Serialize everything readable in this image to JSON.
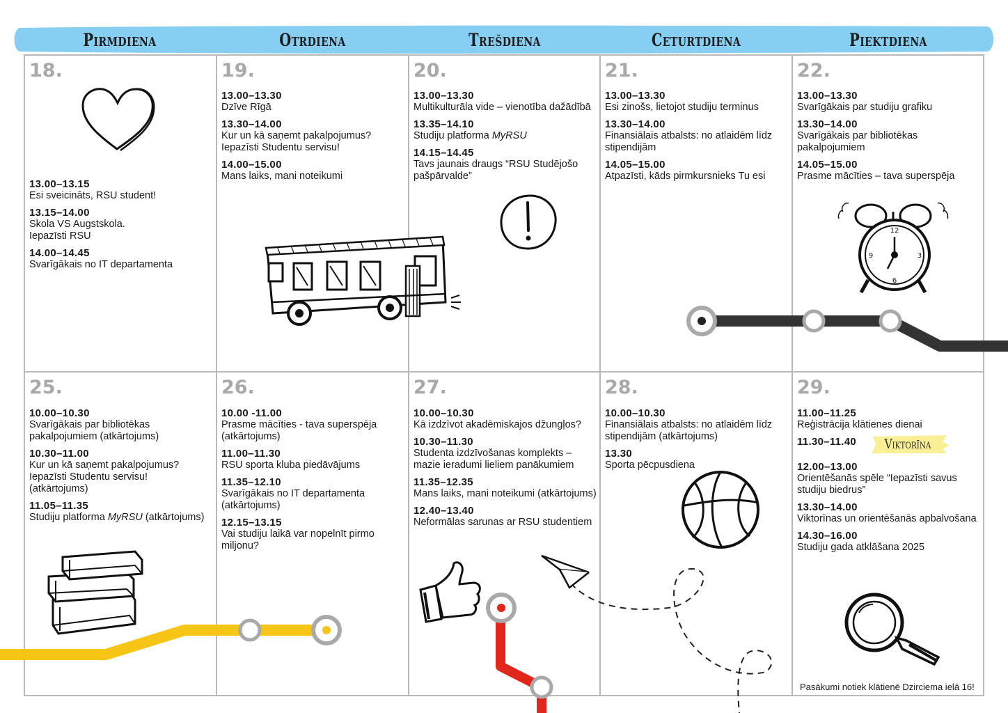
{
  "weekdays": [
    "Pirmdiena",
    "Otrdiena",
    "Trešdiena",
    "Ceturtdiena",
    "Piektdiena"
  ],
  "colors": {
    "header_band": "#86cff2",
    "grid_line": "#b9b9b9",
    "date_number": "#a9a9a9",
    "yellow_line": "#f6c515",
    "dark_line": "#333333",
    "red_line": "#e1261c",
    "highlight": "#fbef95"
  },
  "week1": {
    "mon": {
      "date": "18.",
      "events": [
        {
          "time": "13.00–13.15",
          "title": "Esi sveicināts, RSU student!"
        },
        {
          "time": "13.15–14.00",
          "title": "Skola VS Augstskola.\nIepazīsti RSU"
        },
        {
          "time": "14.00–14.45",
          "title": "Svarīgākais no IT departamenta"
        }
      ]
    },
    "tue": {
      "date": "19.",
      "events": [
        {
          "time": "13.00–13.30",
          "title": "Dzīve Rīgā"
        },
        {
          "time": "13.30–14.00",
          "title": "Kur un kā saņemt pakalpojumus?\nIepazīsti Studentu servisu!"
        },
        {
          "time": "14.00–15.00",
          "title": "Mans laiks, mani noteikumi"
        }
      ]
    },
    "wed": {
      "date": "20.",
      "events": [
        {
          "time": "13.00–13.30",
          "title": "Multikulturāla vide – vienotība dažādībā"
        },
        {
          "time": "13.35–14.10",
          "title": "Studiju platforma ",
          "title_em": "MyRSU"
        },
        {
          "time": "14.15–14.45",
          "title": "Tavs jaunais draugs “RSU Studējošo pašpārvalde”"
        }
      ]
    },
    "thu": {
      "date": "21.",
      "events": [
        {
          "time": "13.00–13.30",
          "title": "Esi zinošs, lietojot studiju terminus"
        },
        {
          "time": "13.30–14.00",
          "title": "Finansiālais atbalsts: no atlaidēm līdz stipendijām"
        },
        {
          "time": "14.05–15.00",
          "title": "Atpazīsti, kāds pirmkursnieks Tu esi"
        }
      ]
    },
    "fri": {
      "date": "22.",
      "events": [
        {
          "time": "13.00–13.30",
          "title": "Svarīgākais par studiju grafiku"
        },
        {
          "time": "13.30–14.00",
          "title": "Svarīgākais par bibliotēkas pakalpojumiem"
        },
        {
          "time": "14.05–15.00",
          "title": "Prasme mācīties – tava superspēja"
        }
      ]
    }
  },
  "week2": {
    "mon": {
      "date": "25.",
      "events": [
        {
          "time": "10.00–10.30",
          "title": "Svarīgākais par bibliotēkas pakalpojumiem (atkārtojums)"
        },
        {
          "time": "10.30–11.00",
          "title": "Kur un kā saņemt pakalpojumus?\nIepazīsti Studentu servisu!\n(atkārtojums)"
        },
        {
          "time": "11.05–11.35",
          "title": "Studiju platforma ",
          "title_em": "MyRSU",
          "title_after": " (atkārtojums)"
        }
      ]
    },
    "tue": {
      "date": "26.",
      "events": [
        {
          "time": "10.00 -11.00",
          "title": "Prasme mācīties - tava superspēja (atkārtojums)"
        },
        {
          "time": "11.00–11.30",
          "title": "RSU sporta kluba piedāvājums"
        },
        {
          "time": "11.35–12.10",
          "title": "Svarīgākais no IT departamenta (atkārtojums)"
        },
        {
          "time": "12.15–13.15",
          "title": "Vai studiju laikā var nopelnīt pirmo miljonu?"
        }
      ]
    },
    "wed": {
      "date": "27.",
      "events": [
        {
          "time": "10.00–10.30",
          "title": "Kā izdzīvot akadēmiskajos džungļos?"
        },
        {
          "time": "10.30–11.30",
          "title": "Studenta izdzīvošanas komplekts –\nmazie ieradumi lieliem panākumiem"
        },
        {
          "time": "11.35–12.35",
          "title": "Mans laiks, mani noteikumi (atkārtojums)"
        },
        {
          "time": "12.40–13.40",
          "title": "Neformālas sarunas ar RSU studentiem"
        }
      ]
    },
    "thu": {
      "date": "28.",
      "events": [
        {
          "time": "10.00–10.30",
          "title": "Finansiālais atbalsts: no atlaidēm līdz stipendijām (atkārtojums)"
        },
        {
          "time": "13.30",
          "title": "Sporta pēcpusdiena"
        }
      ]
    },
    "fri": {
      "date": "29.",
      "events": [
        {
          "time": "11.00–11.25",
          "title": "Reģistrācija klātienes dienai"
        },
        {
          "time": "11.30–11.40",
          "title": ""
        },
        {
          "time": "12.00–13.00",
          "title": "Orientēšanās spēle “Iepazīsti savus studiju biedrus”"
        },
        {
          "time": "13.30–14.00",
          "title": "Viktorīnas un orientēšanās apbalvošana"
        },
        {
          "time": "14.30–16.00",
          "title": "Studiju gada atklāšana 2025"
        }
      ]
    }
  },
  "viktorina_badge": "Viktorīna",
  "footer_note": "Pasākumi notiek klātienē Dzirciema ielā 16!",
  "icons": [
    "heart-icon",
    "bus-icon",
    "exclamation-icon",
    "alarm-clock-icon",
    "books-icon",
    "thumbs-up-icon",
    "paper-plane-icon",
    "basketball-icon",
    "magnifier-icon"
  ]
}
